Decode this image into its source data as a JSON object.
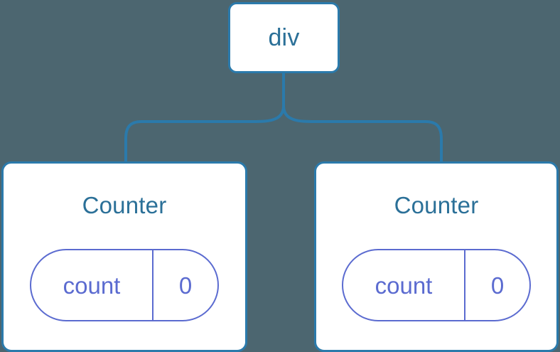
{
  "diagram": {
    "background_color": "#4c6670",
    "node_border_color": "#2b7aab",
    "node_fill_color": "#ffffff",
    "node_text_color": "#2b7098",
    "state_accent_color": "#5b6bd0",
    "connector_color": "#2b7aab"
  },
  "root": {
    "label": "div"
  },
  "children": [
    {
      "title": "Counter",
      "state": {
        "key": "count",
        "value": "0"
      }
    },
    {
      "title": "Counter",
      "state": {
        "key": "count",
        "value": "0"
      }
    }
  ]
}
